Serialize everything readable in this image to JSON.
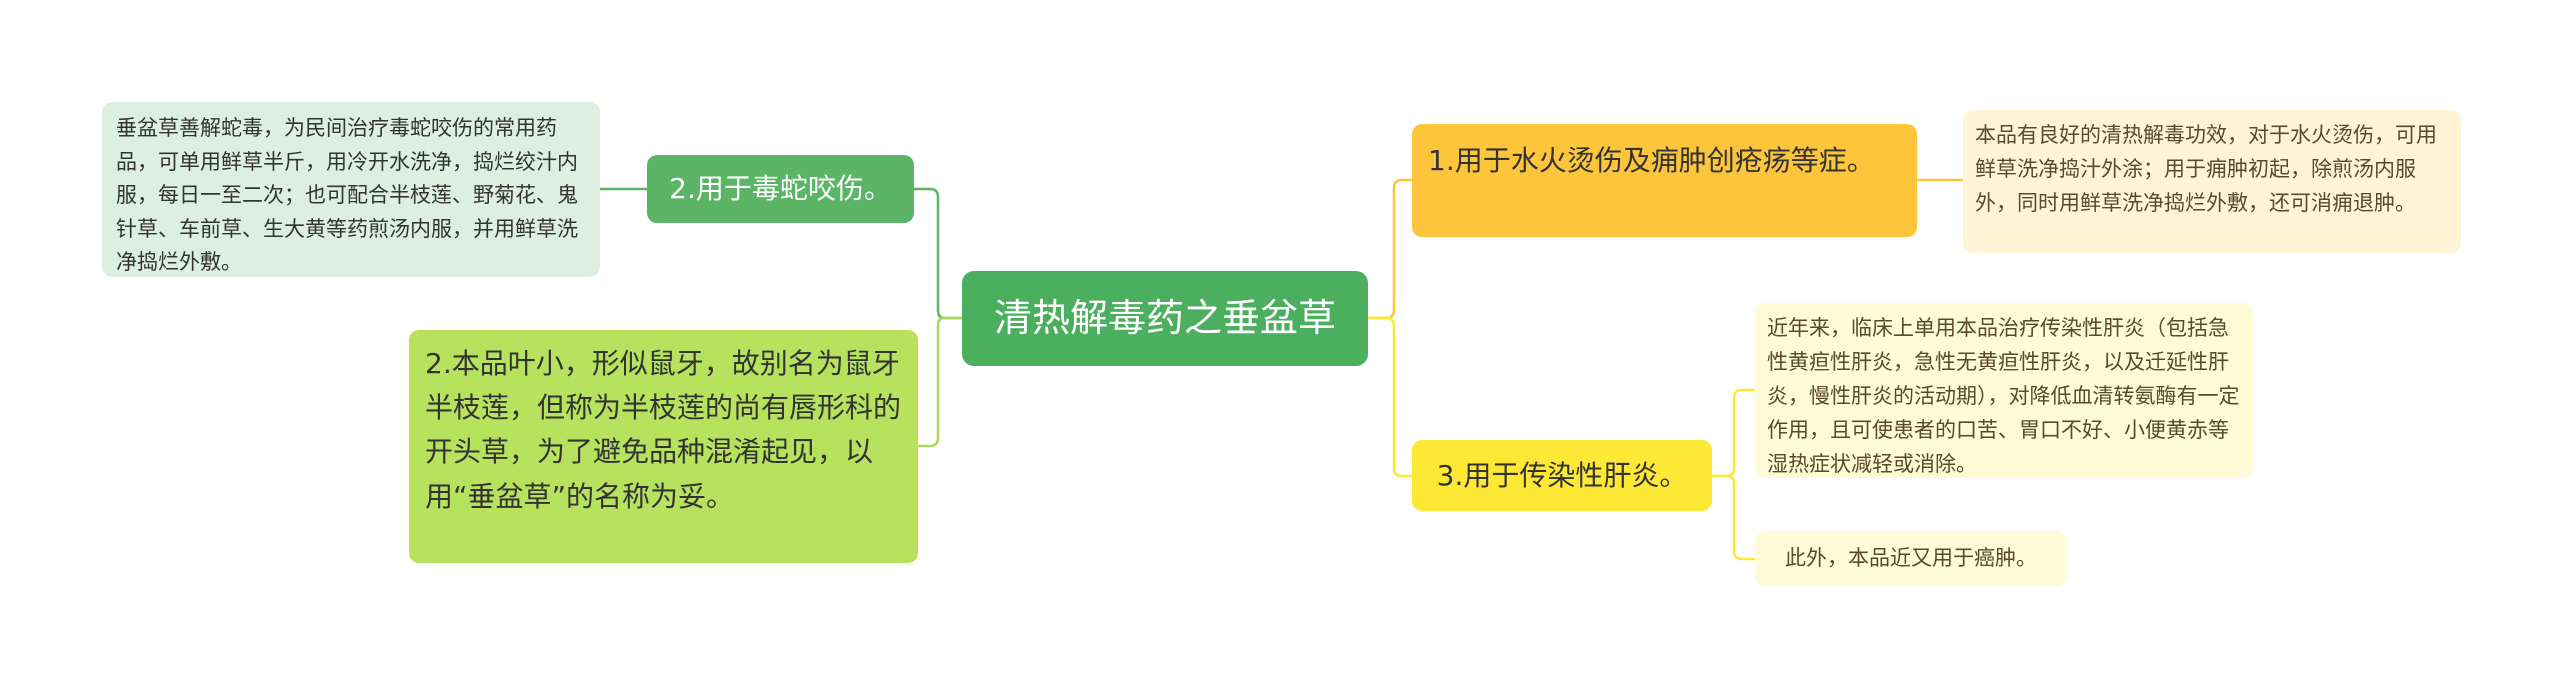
{
  "root": {
    "label": "清热解毒药之垂盆草"
  },
  "left": {
    "snakebite": {
      "label": "2.用于毒蛇咬伤。",
      "detail": "垂盆草善解蛇毒，为民间治疗毒蛇咬伤的常用药品，可单用鲜草半斤，用冷开水洗净，捣烂绞汁内服，每日一至二次；也可配合半枝莲、野菊花、鬼针草、车前草、生大黄等药煎汤内服，并用鲜草洗净捣烂外敷。"
    },
    "naming": {
      "label": "2.本品叶小，形似鼠牙，故别名为鼠牙半枝莲，但称为半枝莲的尚有唇形科的开头草，为了避免品种混淆起见，以用“垂盆草”的名称为妥。"
    }
  },
  "right": {
    "burns": {
      "label": "1.用于水火烫伤及痈肿创疮疡等症。",
      "detail": "本品有良好的清热解毒功效，对于水火烫伤，可用鲜草洗净捣汁外涂；用于痈肿初起，除煎汤内服外，同时用鲜草洗净捣烂外敷，还可消痈退肿。"
    },
    "hepatitis": {
      "label": "3.用于传染性肝炎。",
      "detail_1": "近年来，临床上单用本品治疗传染性肝炎（包括急性黄疸性肝炎，急性无黄疸性肝炎，以及迁延性肝炎，慢性肝炎的活动期），对降低血清转氨酶有一定作用，且可使患者的口苦、胃口不好、小便黄赤等湿热症状减轻或消除。",
      "detail_2": "此外，本品近又用于癌肿。"
    }
  },
  "colors": {
    "root": "#4caf5f",
    "left_branch_line": "#5cb466",
    "left_naming_line": "#a6d85a",
    "right_burns_line": "#fdc53b",
    "right_hepatitis_line": "#fde935"
  }
}
